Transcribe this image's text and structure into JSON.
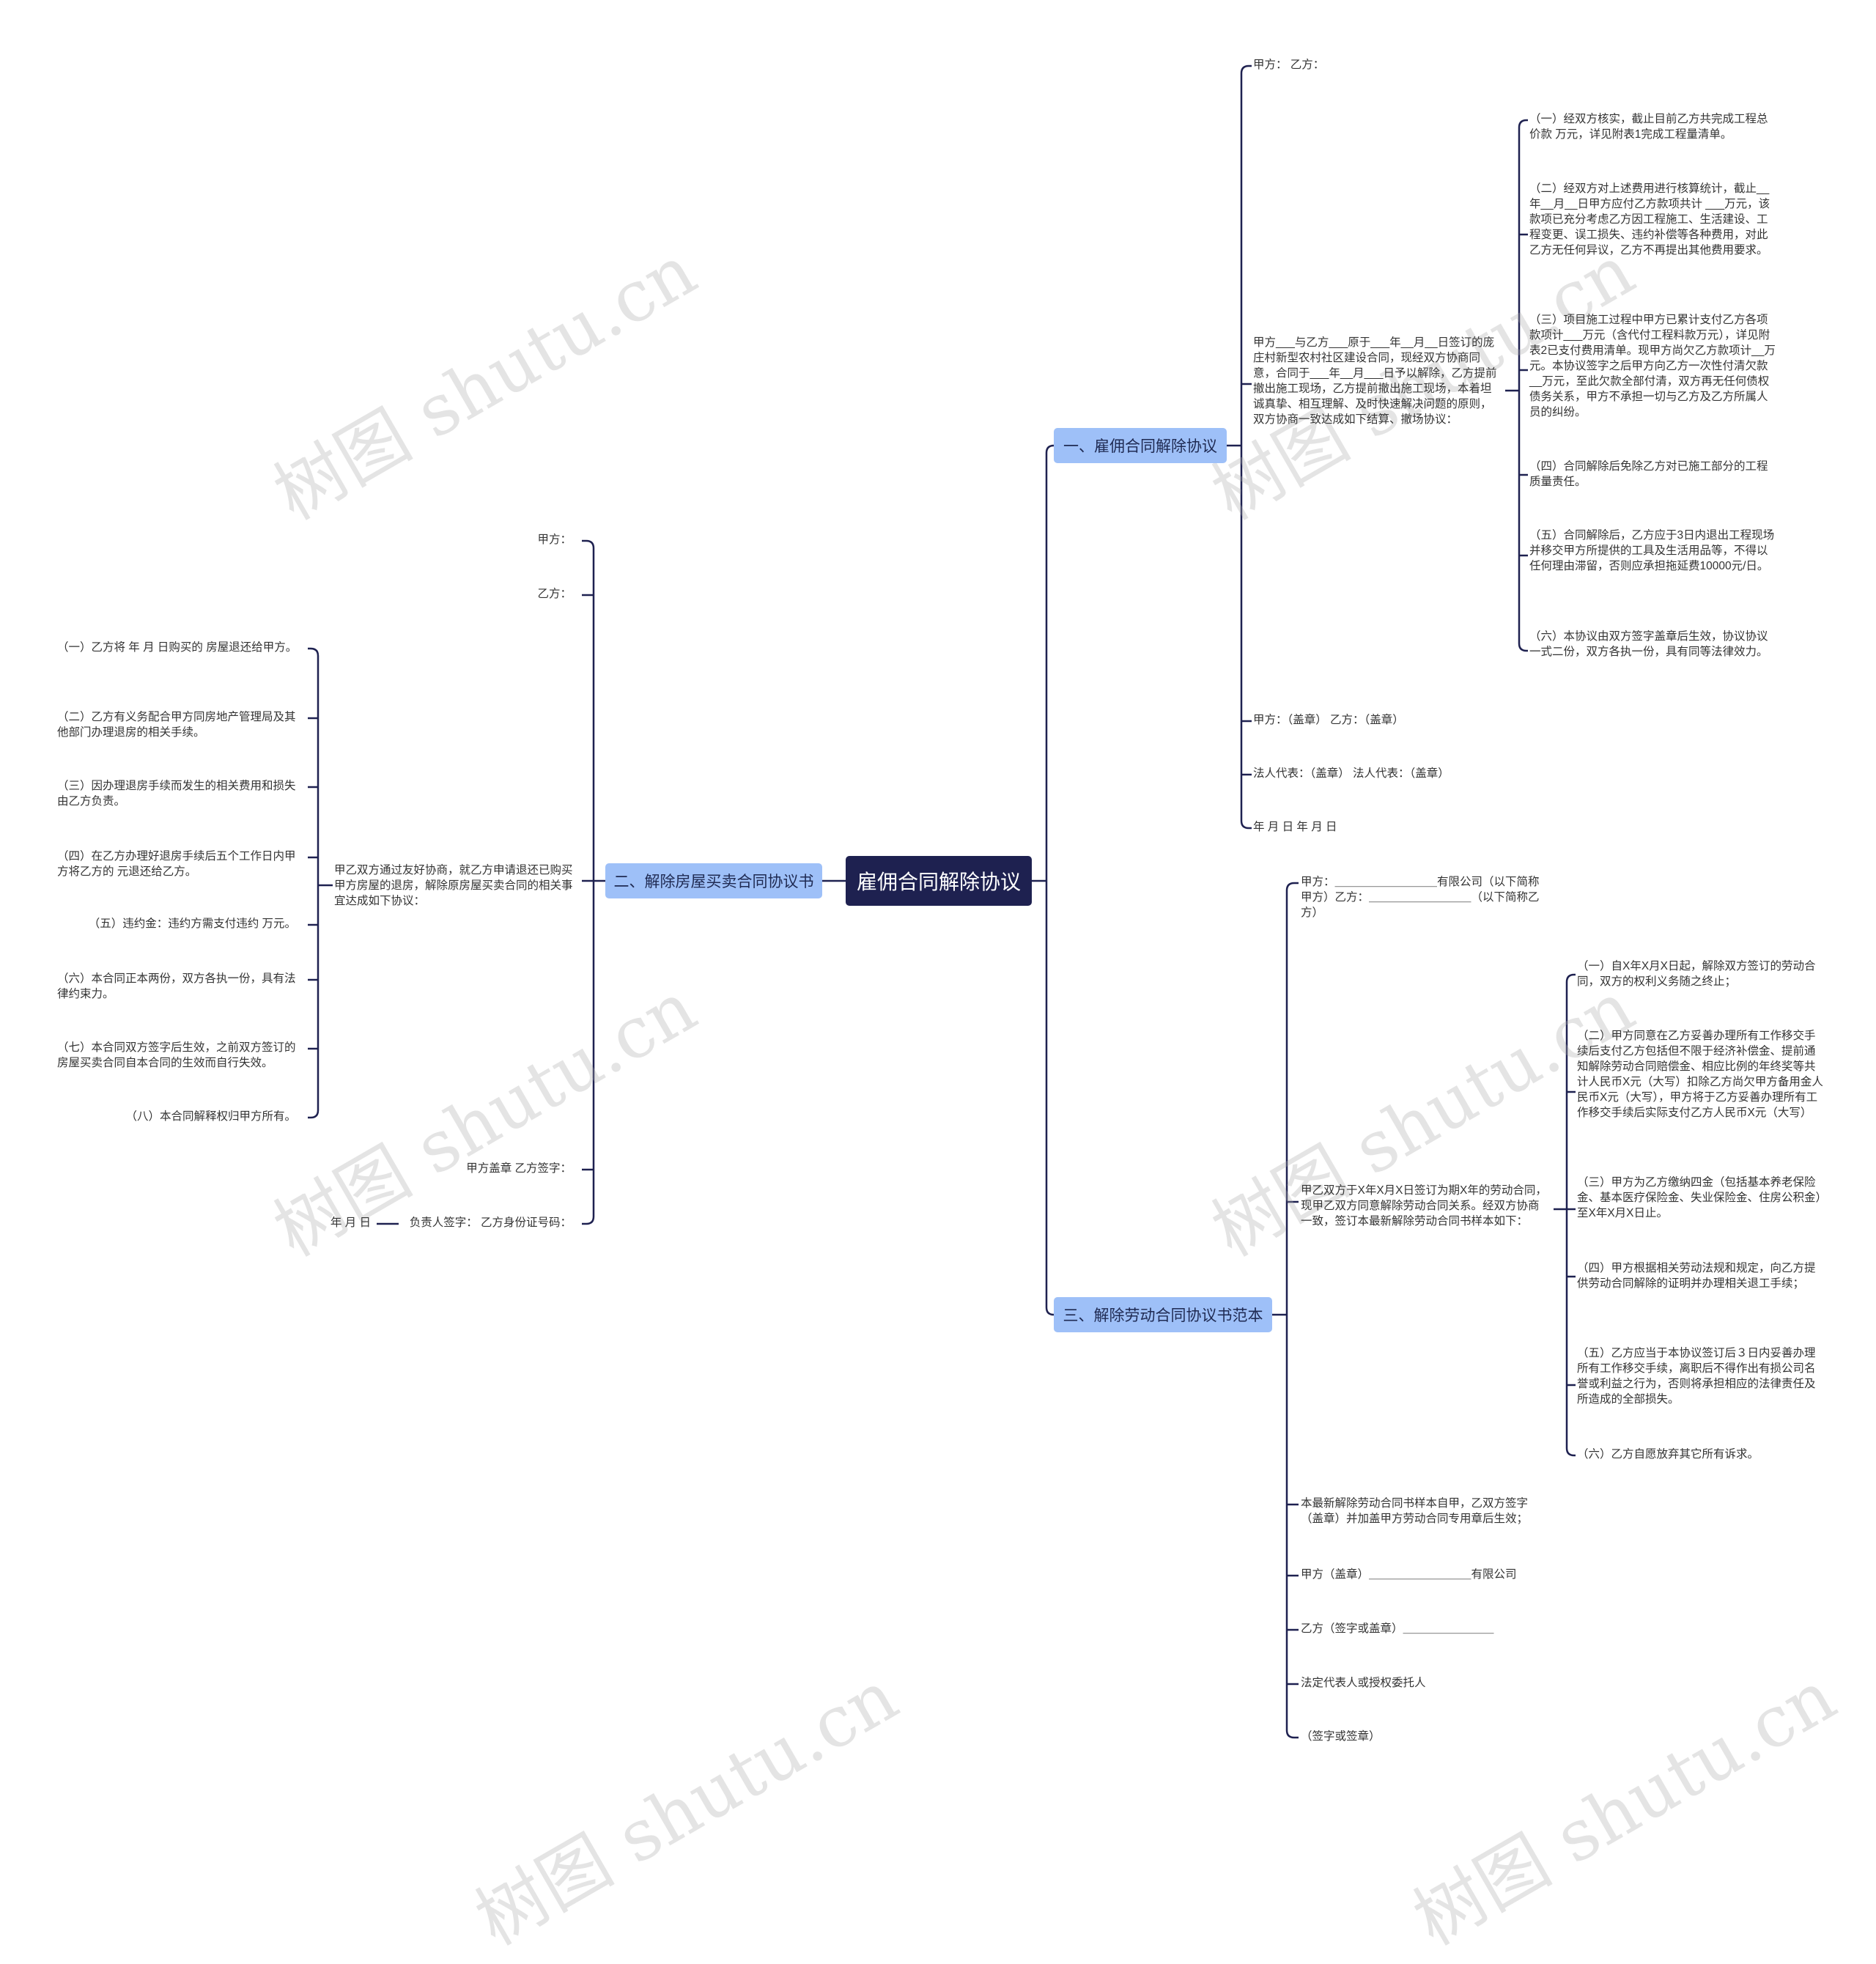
{
  "root": {
    "label": "雇佣合同解除协议"
  },
  "watermark": "树图 shutu.cn",
  "colors": {
    "root": "#1e2150",
    "branch": "#9ec0f8",
    "line": "#1e2150"
  },
  "branch1": {
    "label": "一、雇佣合同解除协议",
    "items": [
      "甲方： 乙方：",
      "甲方___与乙方___原于___年__月__日签订的庞庄村新型农村社区建设合同，现经双方协商同意，合同于___年__月___日予以解除，乙方提前撤出施工现场，乙方提前撤出施工现场，本着坦诚真挚、相互理解、及时快速解决问题的原则，双方协商一致达成如下结算、撤场协议：",
      "甲方：（盖章） 乙方：（盖章）",
      "法人代表：（盖章） 法人代表：（盖章）",
      "年 月 日 年 月 日"
    ],
    "sub": [
      "（一）经双方核实，截止目前乙方共完成工程总价款 万元，详见附表1完成工程量清单。",
      "（二）经双方对上述费用进行核算统计，截止__年__月__日甲方应付乙方款项共计 ___万元，该款项已充分考虑乙方因工程施工、生活建设、工程变更、误工损失、违约补偿等各种费用，对此乙方无任何异议，乙方不再提出其他费用要求。",
      "（三）项目施工过程中甲方已累计支付乙方各项款项计___万元（含代付工程料款万元），详见附表2已支付费用清单。现甲方尚欠乙方款项计__万元。本协议签字之后甲方向乙方一次性付清欠款 __万元，至此欠款全部付清，双方再无任何债权债务关系，甲方不承担一切与乙方及乙方所属人员的纠纷。",
      "（四）合同解除后免除乙方对已施工部分的工程质量责任。",
      "（五）合同解除后，乙方应于3日内退出工程现场并移交甲方所提供的工具及生活用品等，不得以任何理由滞留，否则应承担拖延费10000元/日。",
      "（六）本协议由双方签字盖章后生效，协议协议一式二份，双方各执一份，具有同等法律效力。"
    ]
  },
  "branch2": {
    "label": "二、解除房屋买卖合同协议书",
    "items": [
      "甲方：",
      "乙方：",
      "甲乙双方通过友好协商，就乙方申请退还已购买甲方房屋的退房，解除原房屋买卖合同的相关事宜达成如下协议：",
      "甲方盖章 乙方签字：",
      "负责人签字： 乙方身份证号码："
    ],
    "date": "年 月 日",
    "sub": [
      "（一）乙方将 年 月 日购买的 房屋退还给甲方。",
      "（二）乙方有义务配合甲方同房地产管理局及其他部门办理退房的相关手续。",
      "（三）因办理退房手续而发生的相关费用和损失由乙方负责。",
      "（四）在乙方办理好退房手续后五个工作日内甲方将乙方的 元退还给乙方。",
      "（五）违约金：违约方需支付违约 万元。",
      "（六）本合同正本两份，双方各执一份，具有法律约束力。",
      "（七）本合同双方签字后生效，之前双方签订的房屋买卖合同自本合同的生效而自行失效。",
      "（八）本合同解释权归甲方所有。"
    ]
  },
  "branch3": {
    "label": "三、解除劳动合同协议书范本",
    "items": [
      "甲方：＿＿＿＿＿＿＿＿＿有限公司（以下简称甲方）乙方：＿＿＿＿＿＿＿＿＿（以下简称乙方）",
      "甲乙双方于X年X月X日签订为期X年的劳动合同，现甲乙双方同意解除劳动合同关系。经双方协商一致，签订本最新解除劳动合同书样本如下：",
      "本最新解除劳动合同书样本自甲，乙双方签字（盖章）并加盖甲方劳动合同专用章后生效；",
      "甲方（盖章）＿＿＿＿＿＿＿＿＿有限公司",
      "乙方（签字或盖章）＿＿＿＿＿＿＿＿",
      "法定代表人或授权委托人",
      "（签字或签章）"
    ],
    "sub": [
      "（一）自X年X月X日起，解除双方签订的劳动合同，双方的权利义务随之终止；",
      "（二）甲方同意在乙方妥善办理所有工作移交手续后支付乙方包括但不限于经济补偿金、提前通知解除劳动合同赔偿金、相应比例的年终奖等共计人民币X元（大写）扣除乙方尚欠甲方备用金人民币X元（大写），甲方将于乙方妥善办理所有工作移交手续后实际支付乙方人民币X元（大写）",
      "（三）甲方为乙方缴纳四金（包括基本养老保险金、基本医疗保险金、失业保险金、住房公积金）至X年X月X日止。",
      "（四）甲方根据相关劳动法规和规定，向乙方提供劳动合同解除的证明并办理相关退工手续；",
      "（五）乙方应当于本协议签订后３日内妥善办理所有工作移交手续，离职后不得作出有损公司名誉或利益之行为，否则将承担相应的法律责任及所造成的全部损失。",
      "（六）乙方自愿放弃其它所有诉求。"
    ]
  }
}
